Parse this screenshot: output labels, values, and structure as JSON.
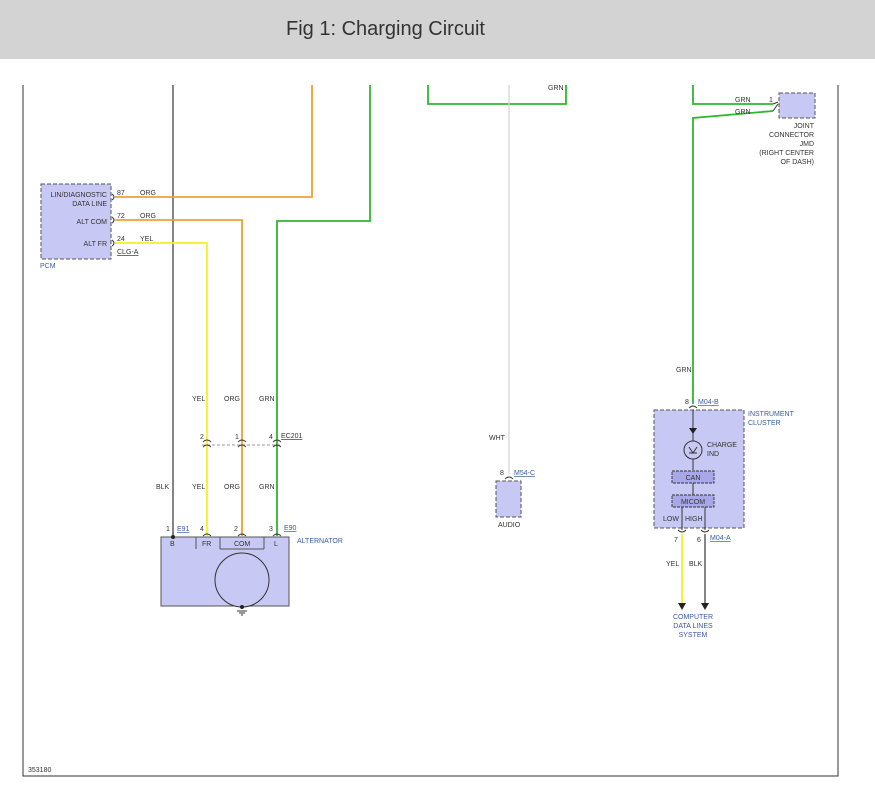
{
  "header": {
    "title": "Fig 1: Charging Circuit"
  },
  "diagram": {
    "figure_id": "353180",
    "pcm": {
      "label": "PCM",
      "connector": "CLG-A",
      "pins": [
        {
          "name": "LIN/DIAGNOSTIC",
          "name2": "DATA LINE",
          "pin": "87",
          "color": "ORG"
        },
        {
          "name": "ALT COM",
          "pin": "72",
          "color": "ORG"
        },
        {
          "name": "ALT FR",
          "pin": "24",
          "color": "YEL"
        }
      ]
    },
    "joint_connector": {
      "pin": "1",
      "wires": [
        "GRN",
        "GRN"
      ],
      "label_lines": [
        "JOINT",
        "CONNECTOR",
        "JMD",
        "(RIGHT CENTER",
        "OF DASH)"
      ]
    },
    "top_grn": "GRN",
    "inline_connector": {
      "id": "EC201",
      "pins": [
        "2",
        "1",
        "4"
      ],
      "upper_colors": [
        "YEL",
        "ORG",
        "GRN"
      ],
      "lower_colors": [
        "BLK",
        "YEL",
        "ORG",
        "GRN"
      ]
    },
    "alternator": {
      "label": "ALTERNATOR",
      "conn_b": "E91",
      "conn_main": "E90",
      "pins": [
        "1",
        "4",
        "2",
        "3"
      ],
      "terminals": [
        "B",
        "FR",
        "COM",
        "L"
      ]
    },
    "audio": {
      "label": "AUDIO",
      "wire": "WHT",
      "pin": "8",
      "connector": "M54-C"
    },
    "cluster": {
      "label_lines": [
        "INSTRUMENT",
        "CLUSTER"
      ],
      "in_wire": "GRN",
      "in_pin": "8",
      "in_connector": "M04-B",
      "charge_lines": [
        "CHARGE",
        "IND"
      ],
      "can": "CAN",
      "micom": "MICOM",
      "low": "LOW",
      "high": "HIGH",
      "out_pins": [
        "7",
        "6"
      ],
      "out_connector": "M04-A",
      "out_colors": [
        "YEL",
        "BLK"
      ],
      "dest_lines": [
        "COMPUTER",
        "DATA LINES",
        "SYSTEM"
      ]
    },
    "wire_colors": {
      "org": "#f0a030",
      "grn": "#2db82d",
      "yel": "#f5f020",
      "blk": "#333333",
      "wht": "#d0d0d0",
      "component": "#c8c8f4",
      "label_blue": "#3b5ba5"
    }
  }
}
